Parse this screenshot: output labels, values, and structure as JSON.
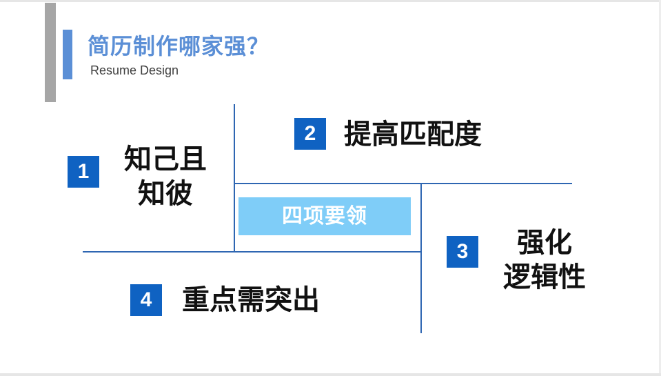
{
  "header": {
    "title": "简历制作哪家强？",
    "subtitle": "Resume Design"
  },
  "center_label": "四项要领",
  "tips": [
    {
      "number": "1",
      "line1": "知己且",
      "line2": "知彼"
    },
    {
      "number": "2",
      "line1": "提高匹配度"
    },
    {
      "number": "3",
      "line1": "强化",
      "line2": "逻辑性"
    },
    {
      "number": "4",
      "line1": "重点需突出"
    }
  ],
  "colors": {
    "title": "#5b8fd6",
    "badge": "#0f62c2",
    "divider": "#2e66b2",
    "center_box": "#7fcdf8",
    "side_bar": "#a6a6a6"
  }
}
